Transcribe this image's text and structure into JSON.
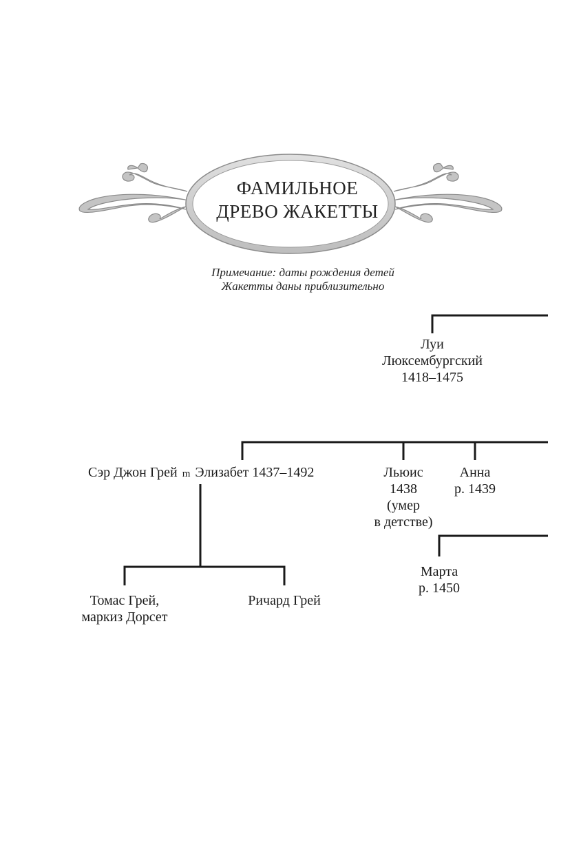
{
  "title": {
    "line1": "ФАМИЛЬНОЕ",
    "line2": "ДРЕВО ЖАКЕТТЫ"
  },
  "note": {
    "line1": "Примечание: даты рождения детей",
    "line2": "Жакетты даны приблизительно"
  },
  "tree": {
    "louis": {
      "line1": "Луи",
      "line2": "Люксембургский",
      "line3": "1418–1475"
    },
    "john_grey": "Сэр Джон Грей",
    "marriage_marker": "m",
    "elizabeth": "Элизабет 1437–1492",
    "lewis": {
      "line1": "Льюис",
      "line2": "1438",
      "line3": "(умер",
      "line4": "в детстве)"
    },
    "anna": {
      "line1": "Анна",
      "line2": "р. 1439"
    },
    "marta": {
      "line1": "Марта",
      "line2": "р. 1450"
    },
    "thomas": {
      "line1": "Томас Грей,",
      "line2": "маркиз Дорсет"
    },
    "richard": "Ричард Грей"
  },
  "colors": {
    "ornament_fill": "#c8c8c8",
    "ornament_stroke": "#7a7a7a",
    "line": "#1a1a1a"
  }
}
